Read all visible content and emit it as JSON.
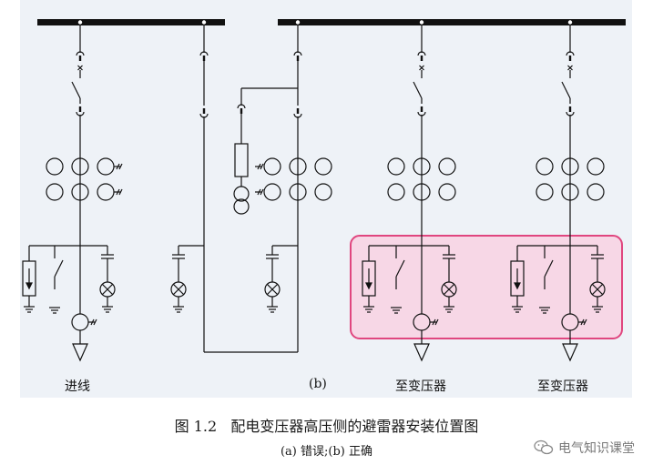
{
  "diagram": {
    "labels": {
      "incoming": "进线",
      "part_b": "(b)",
      "to_transformer_1": "至变压器",
      "to_transformer_2": "至变压器"
    },
    "highlight_color": "#e0467f",
    "highlight_fill": "#f7d7e6"
  },
  "caption": {
    "title": "图 1.2   配电变压器高压侧的避雷器安装位置图",
    "subtitle": "(a) 错误;(b) 正确"
  },
  "watermark": {
    "text": "电气知识课堂",
    "icon": "wechat-icon"
  }
}
